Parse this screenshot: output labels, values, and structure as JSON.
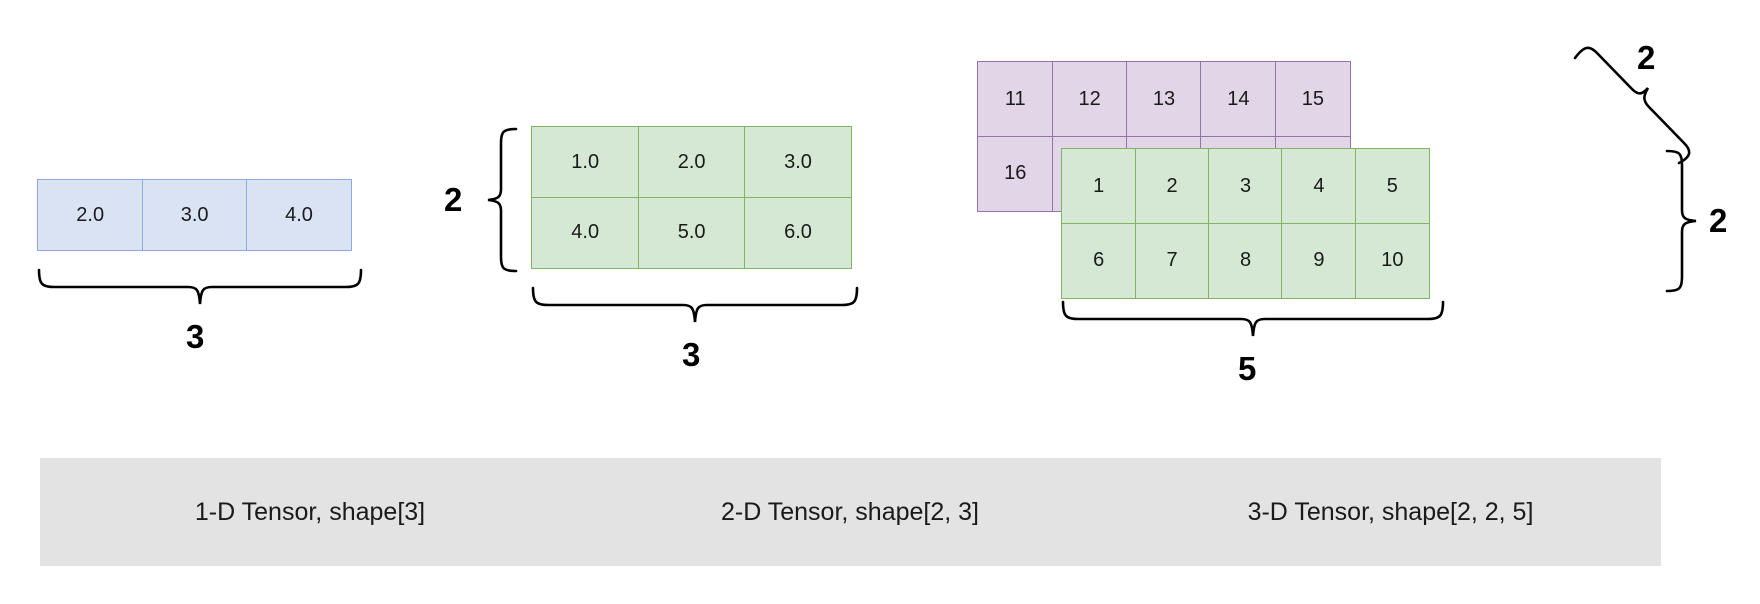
{
  "diagram": {
    "title_present": false,
    "colors": {
      "blue_fill": "#dae3f3",
      "blue_border": "#8faadc",
      "green_fill": "#d5e8d4",
      "green_border": "#82b366",
      "purple_fill": "#e1d5e7",
      "purple_border": "#9673a6",
      "caption_bar": "#e3e3e3",
      "text": "#1a1a1a",
      "brace": "#000000"
    }
  },
  "tensor1d": {
    "caption": "1-D Tensor, shape[3]",
    "values": [
      "2.0",
      "3.0",
      "4.0"
    ],
    "width_label": "3"
  },
  "tensor2d": {
    "caption": "2-D Tensor, shape[2, 3]",
    "rows": [
      [
        "1.0",
        "2.0",
        "3.0"
      ],
      [
        "4.0",
        "5.0",
        "6.0"
      ]
    ],
    "height_label": "2",
    "width_label": "3"
  },
  "tensor3d": {
    "caption": "3-D Tensor, shape[2, 2, 5]",
    "back_rows": [
      [
        "11",
        "12",
        "13",
        "14",
        "15"
      ],
      [
        "16",
        "",
        "",
        "",
        ""
      ]
    ],
    "front_rows": [
      [
        "1",
        "2",
        "3",
        "4",
        "5"
      ],
      [
        "6",
        "7",
        "8",
        "9",
        "10"
      ]
    ],
    "depth_label": "2",
    "height_label": "2",
    "width_label": "5"
  }
}
